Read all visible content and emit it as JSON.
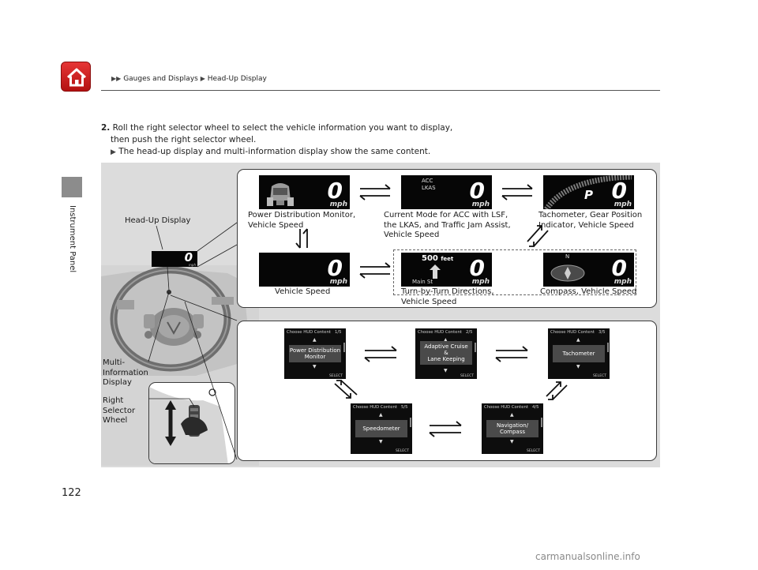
{
  "header": {
    "breadcrumb_markers": "▶▶",
    "crumb1": "Gauges and Displays",
    "sep": "▶",
    "crumb2": "Head-Up Display"
  },
  "side_tab": {
    "label": "Instrument Panel"
  },
  "step": {
    "number": "2.",
    "line1": "Roll the right selector wheel to select the vehicle information you want to display,",
    "line2": "then push the right selector wheel.",
    "note": "The head-up display and multi-information display show the same content."
  },
  "hud_screens": {
    "speed_value": "0",
    "unit": "mph",
    "acc": "ACC",
    "lkas": "LKAS",
    "gear": "P",
    "distance": "500",
    "distance_unit": "feet",
    "street": "Main St",
    "compass_n": "N"
  },
  "hud_captions": {
    "power": [
      "Power Distribution Monitor,",
      "Vehicle Speed"
    ],
    "acc": [
      "Current Mode for ACC with LSF,",
      "the LKAS, and Traffic Jam Assist,",
      "Vehicle Speed"
    ],
    "tach": [
      "Tachometer, Gear Position",
      "Indicator, Vehicle Speed"
    ],
    "speed": [
      "Vehicle Speed"
    ],
    "nav": [
      "Turn-by-Turn Directions,",
      "Vehicle Speed"
    ],
    "compass": [
      "Compass, Vehicle Speed"
    ]
  },
  "labels": {
    "hud": "Head-Up Display",
    "mid": [
      "Multi-",
      "Information",
      "Display"
    ],
    "wheel": [
      "Right",
      "Selector",
      "Wheel"
    ]
  },
  "mid_screens": [
    {
      "header": "Choose HUD Content",
      "index": "1/5",
      "option": [
        "Power Distribution",
        "Monitor"
      ],
      "select": "SELECT"
    },
    {
      "header": "Choose HUD Content",
      "index": "2/5",
      "option": [
        "Adaptive Cruise",
        "&",
        "Lane Keeping"
      ],
      "select": "SELECT"
    },
    {
      "header": "Choose HUD Content",
      "index": "3/5",
      "option": [
        "Tachometer"
      ],
      "select": "SELECT"
    },
    {
      "header": "Choose HUD Content",
      "index": "5/5",
      "option": [
        "Speedometer"
      ],
      "select": "SELECT"
    },
    {
      "header": "Choose HUD Content",
      "index": "4/5",
      "option": [
        "Navigation/",
        "Compass"
      ],
      "select": "SELECT"
    }
  ],
  "page_number": "122",
  "watermark": "carmanualsonline.info",
  "colors": {
    "home": "#c81e1e",
    "panel": "#dcdcdc",
    "screen": "#060606"
  }
}
